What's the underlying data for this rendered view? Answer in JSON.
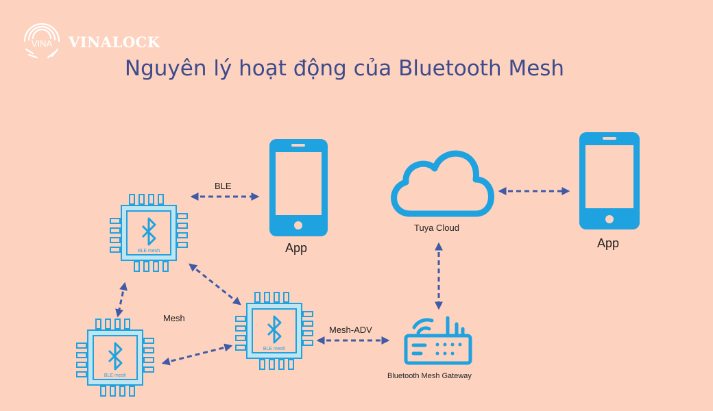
{
  "logo": {
    "badge": "VINA",
    "name": "VINALOCK"
  },
  "title": "Nguyên lý hoạt động của Bluetooth Mesh",
  "chip_label": "BLE mesh",
  "labels": {
    "ble": "BLE",
    "app_left": "App",
    "app_right": "App",
    "cloud": "Tuya Cloud",
    "mesh": "Mesh",
    "mesh_adv": "Mesh-ADV",
    "gateway": "Bluetooth Mesh Gateway"
  },
  "colors": {
    "background": "#fdd3c0",
    "icon": "#1fa2e0",
    "arrow": "#3f5aa6",
    "title": "#3d4b8c"
  }
}
